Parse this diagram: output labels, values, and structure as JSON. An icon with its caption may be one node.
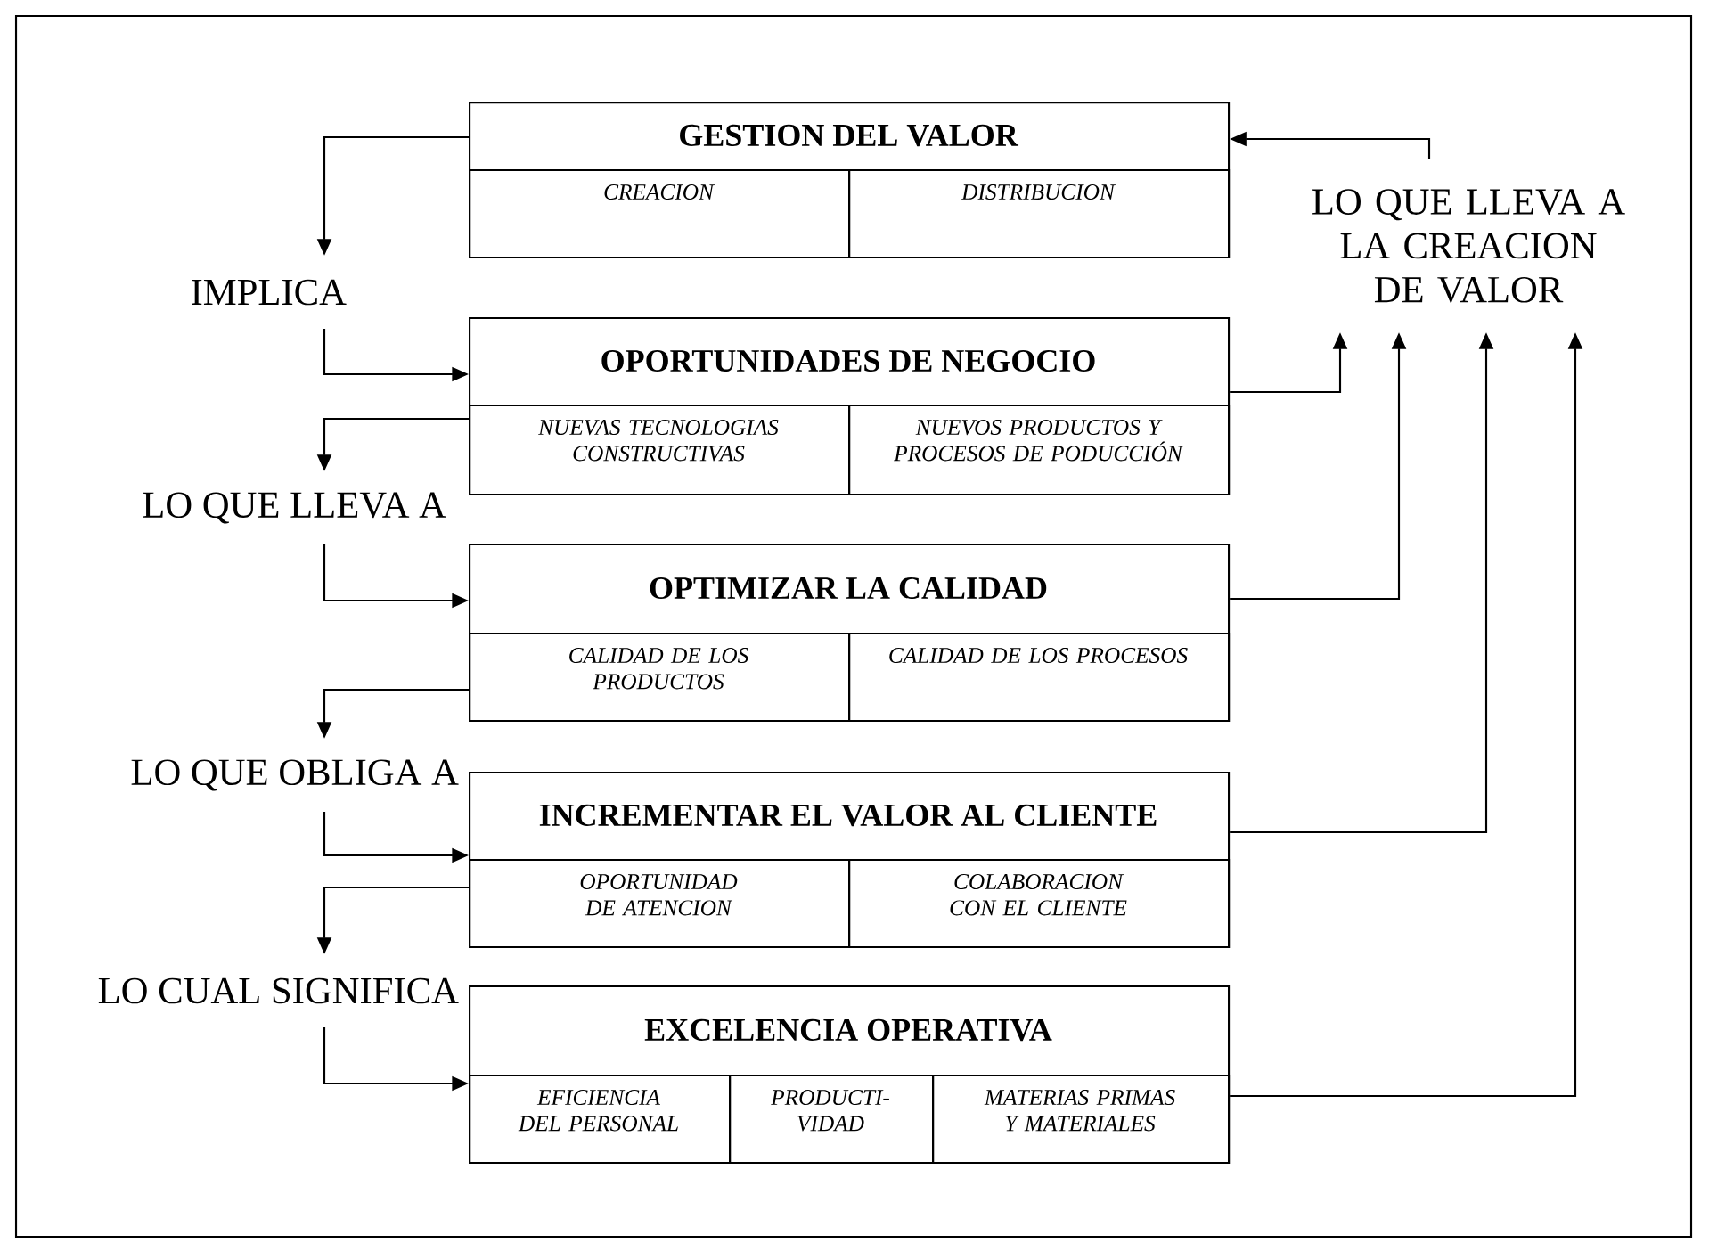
{
  "diagram": {
    "nodes": [
      {
        "text": [
          "GESTION DEL VALOR"
        ]
      },
      {
        "text": [
          "CREACION"
        ],
        "in": 0
      },
      {
        "text": [
          "DISTRIBUCION"
        ],
        "in": 0
      },
      {
        "text": [
          "LO QUE LLEVA A LA CREACION DE VALOR"
        ]
      },
      {
        "text": [
          "IMPLICA"
        ]
      },
      {
        "text": [
          "OPORTUNIDADES DE NEGOCIO"
        ]
      },
      {
        "text": [
          "NUEVAS TECNOLOGIAS CONSTRUCTIVAS"
        ],
        "in": 5
      },
      {
        "text": [
          "NUEVOS PRODUCTOS Y PROCESOS DE PODUCCIÓN"
        ],
        "in": 5
      },
      {
        "text": [
          "LO QUE LLEVA A"
        ]
      },
      {
        "text": [
          "OPTIMIZAR LA CALIDAD"
        ]
      },
      {
        "text": [
          "CALIDAD DE LOS PRODUCTOS"
        ],
        "in": 9
      },
      {
        "text": [
          "CALIDAD DE LOS PROCESOS"
        ],
        "in": 9
      },
      {
        "text": [
          "LO QUE OBLIGA A"
        ]
      },
      {
        "text": [
          "INCREMENTAR EL VALOR AL CLIENTE"
        ]
      },
      {
        "text": [
          "OPORTUNIDAD DE ATENCION"
        ],
        "in": 13
      },
      {
        "text": [
          "COLABORACION CON EL CLIENTE"
        ],
        "in": 13
      },
      {
        "text": [
          "LO CUAL SIGNIFICA"
        ]
      },
      {
        "text": [
          "EXCELENCIA OPERATIVA"
        ]
      },
      {
        "text": [
          "EFICIENCIA DEL PERSONAL"
        ],
        "in": 17
      },
      {
        "text": [
          "PRODUCTI- VIDAD"
        ],
        "in": 17
      },
      {
        "text": [
          "MATERIAS PRIMAS Y MATERIALES"
        ],
        "in": 17
      }
    ],
    "edges": [
      {
        "from": 0,
        "to": 4,
        "arrow": "to"
      },
      {
        "from": 4,
        "to": 5,
        "arrow": "to"
      },
      {
        "from": 5,
        "to": 8,
        "arrow": "to"
      },
      {
        "from": 8,
        "to": 9,
        "arrow": "to"
      },
      {
        "from": 9,
        "to": 12,
        "arrow": "to"
      },
      {
        "from": 12,
        "to": 13,
        "arrow": "to"
      },
      {
        "from": 13,
        "to": 16,
        "arrow": "to"
      },
      {
        "from": 16,
        "to": 17,
        "arrow": "to"
      },
      {
        "from": 3,
        "to": 0,
        "arrow": "to"
      },
      {
        "from": 5,
        "to": 3,
        "arrow": "to"
      },
      {
        "from": 9,
        "to": 3,
        "arrow": "to"
      },
      {
        "from": 13,
        "to": 3,
        "arrow": "to"
      },
      {
        "from": 17,
        "to": 3,
        "arrow": "to"
      }
    ]
  }
}
